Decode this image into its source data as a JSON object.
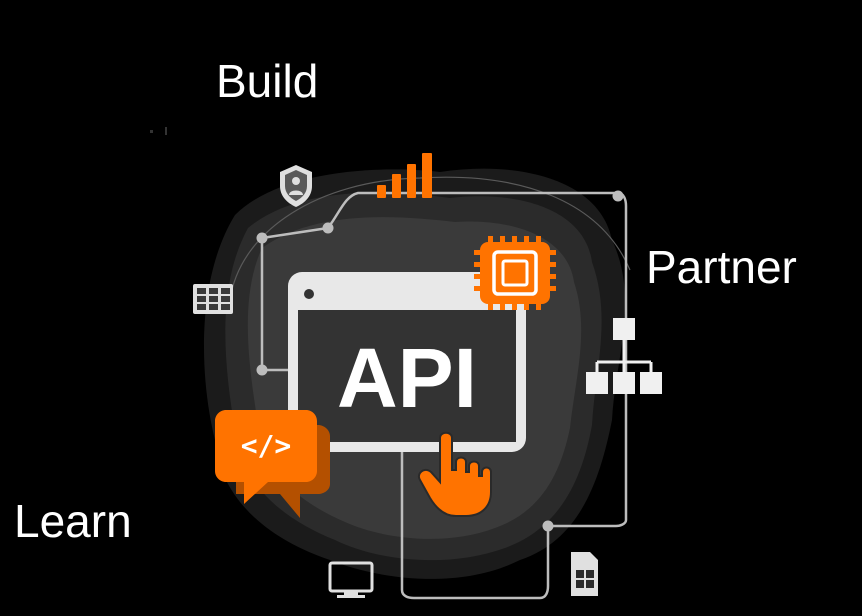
{
  "labels": {
    "build": "Build",
    "partner": "Partner",
    "learn": "Learn"
  },
  "illustration": {
    "center_text": "API",
    "code_bubble_text": "</>",
    "icons": [
      "shield-user-icon",
      "signal-bars-icon",
      "cpu-chip-icon",
      "server-rack-icon",
      "hierarchy-icon",
      "code-bubble-icon",
      "pointer-hand-icon",
      "monitor-icon",
      "sim-card-icon"
    ]
  },
  "colors": {
    "background": "#000000",
    "accent": "#ff7300",
    "blob_dark": "#2a2a2a",
    "blob_mid": "#3a3a3a",
    "window_frame": "#e8e8e8",
    "window_screen": "#333333",
    "text": "#ffffff"
  }
}
